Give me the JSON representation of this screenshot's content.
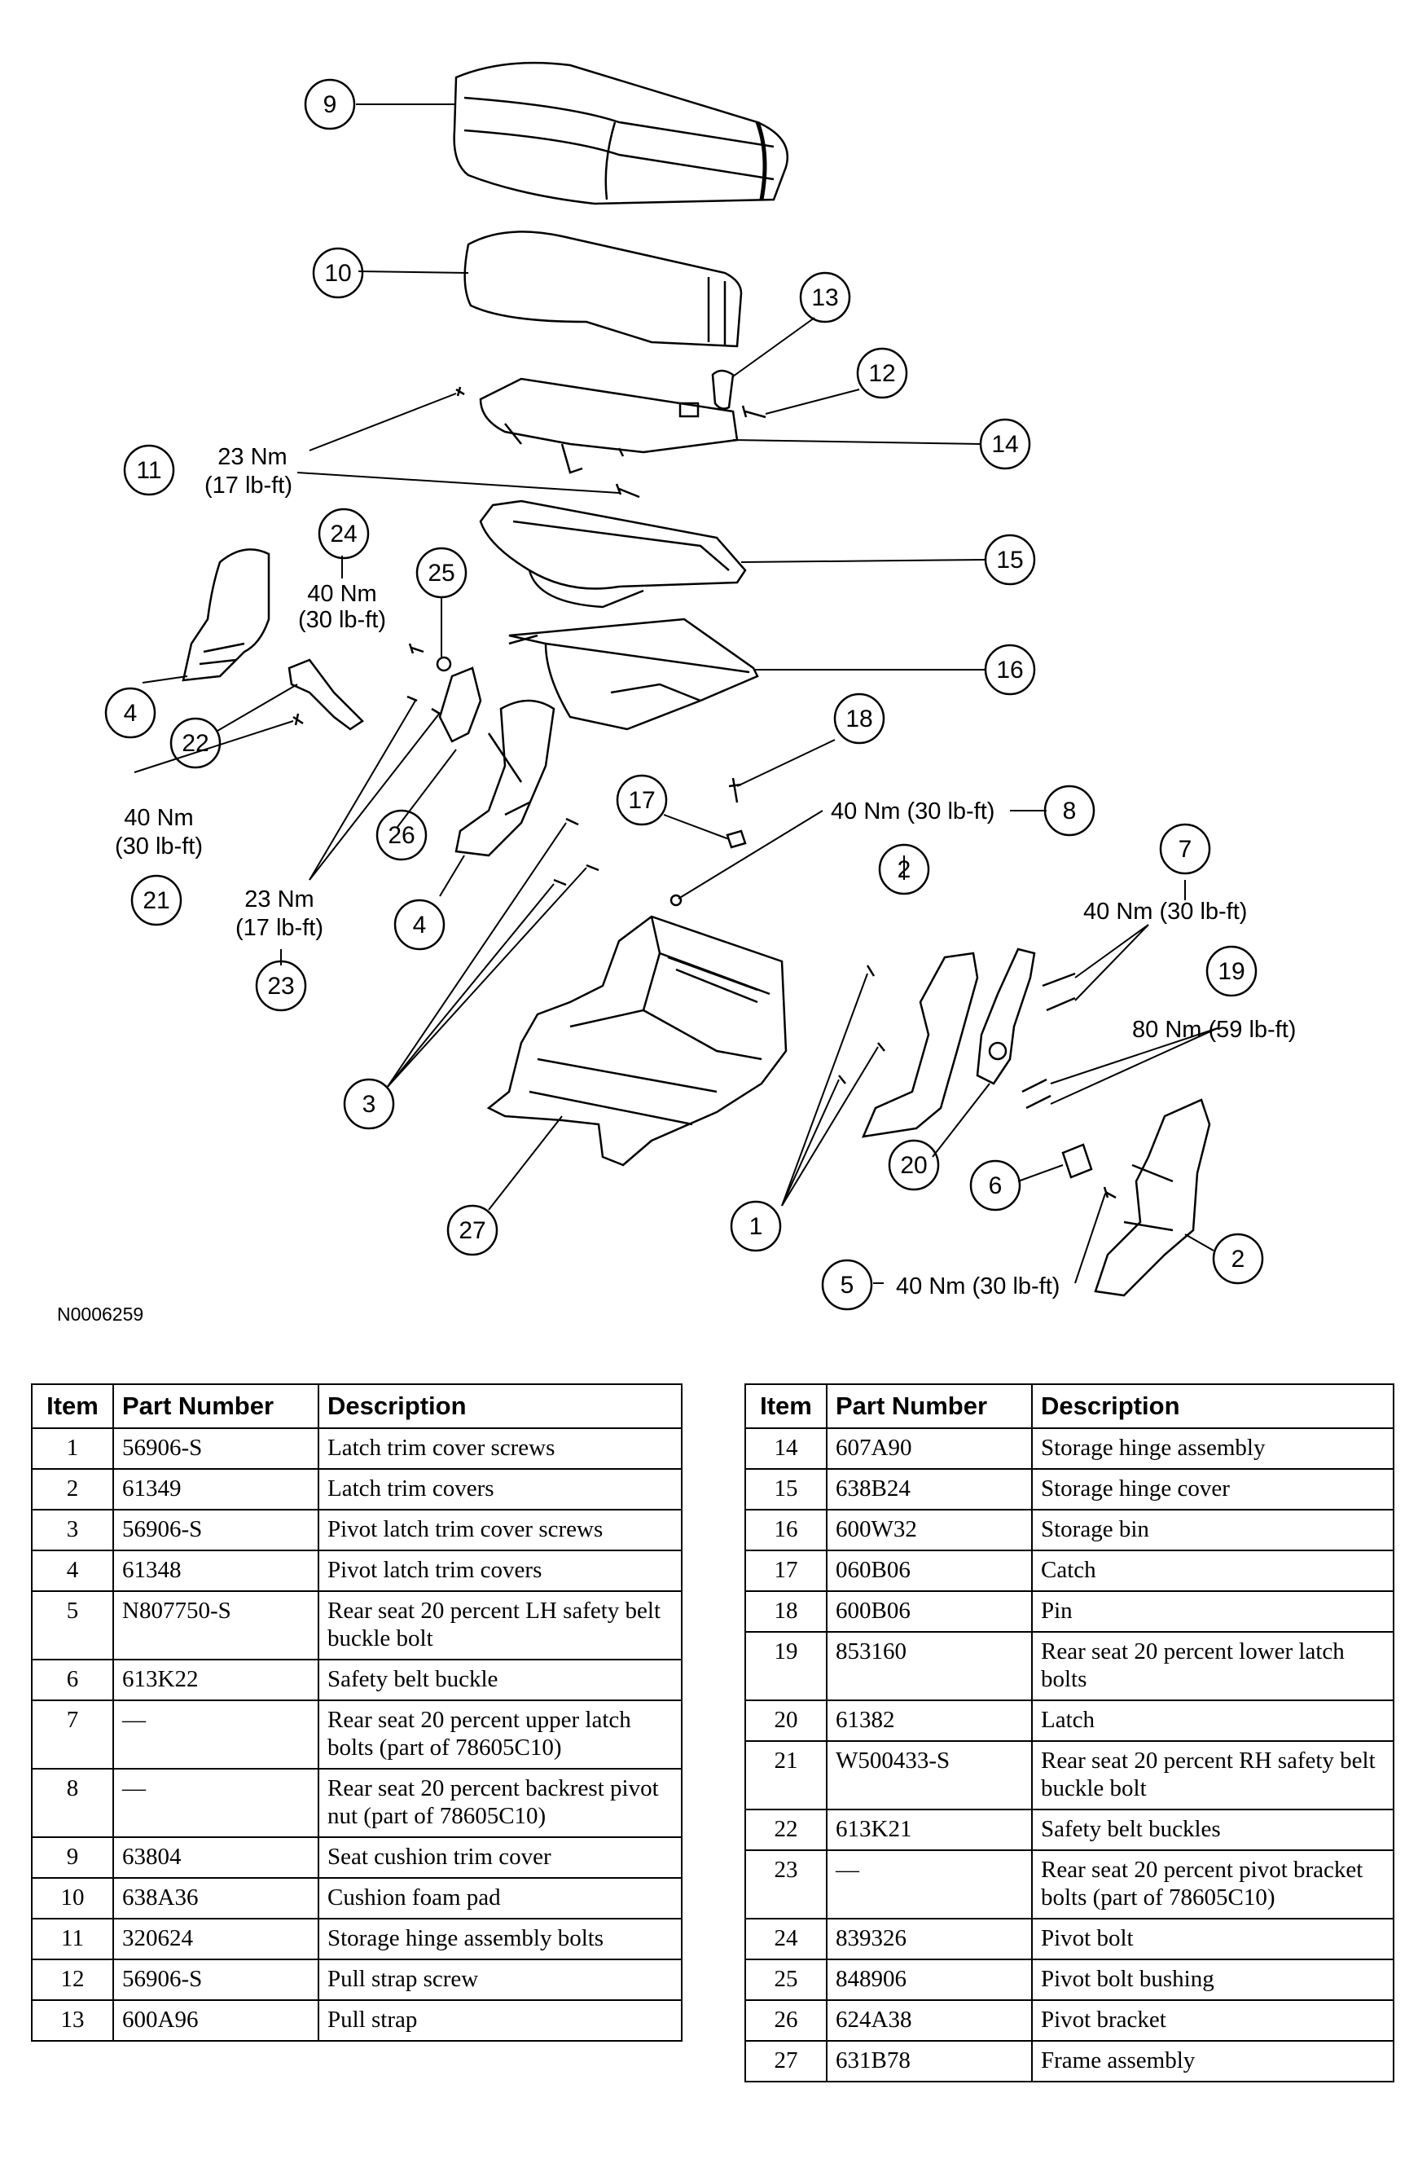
{
  "figure_id": "N0006259",
  "callouts": [
    {
      "n": "9"
    },
    {
      "n": "10"
    },
    {
      "n": "13"
    },
    {
      "n": "12"
    },
    {
      "n": "14"
    },
    {
      "n": "11"
    },
    {
      "n": "24"
    },
    {
      "n": "25"
    },
    {
      "n": "15"
    },
    {
      "n": "16"
    },
    {
      "n": "4"
    },
    {
      "n": "22"
    },
    {
      "n": "18"
    },
    {
      "n": "17"
    },
    {
      "n": "8"
    },
    {
      "n": "7"
    },
    {
      "n": "26"
    },
    {
      "n": "21"
    },
    {
      "n": "4"
    },
    {
      "n": "2"
    },
    {
      "n": "19"
    },
    {
      "n": "23"
    },
    {
      "n": "3"
    },
    {
      "n": "20"
    },
    {
      "n": "6"
    },
    {
      "n": "27"
    },
    {
      "n": "1"
    },
    {
      "n": "2"
    },
    {
      "n": "5"
    }
  ],
  "torque_labels": {
    "t11": "23 Nm",
    "t11b": "(17 lb-ft)",
    "t24": "40 Nm",
    "t24b": "(30 lb-ft)",
    "t21": "40 Nm",
    "t21b": "(30 lb-ft)",
    "t23": "23 Nm",
    "t23b": "(17 lb-ft)",
    "t8": "40 Nm (30 lb-ft)",
    "t7": "40 Nm (30 lb-ft)",
    "t19": "80 Nm (59 lb-ft)",
    "t5": "40 Nm (30 lb-ft)"
  },
  "table_headers": {
    "item": "Item",
    "part_number": "Part Number",
    "description": "Description"
  },
  "table_left": [
    {
      "item": "1",
      "part": "56906-S",
      "desc": "Latch trim cover screws"
    },
    {
      "item": "2",
      "part": "61349",
      "desc": "Latch trim covers"
    },
    {
      "item": "3",
      "part": "56906-S",
      "desc": "Pivot latch trim cover screws"
    },
    {
      "item": "4",
      "part": "61348",
      "desc": "Pivot latch trim covers"
    },
    {
      "item": "5",
      "part": "N807750-S",
      "desc": "Rear seat 20 percent LH safety belt buckle bolt"
    },
    {
      "item": "6",
      "part": "613K22",
      "desc": "Safety belt buckle"
    },
    {
      "item": "7",
      "part": "—",
      "desc": "Rear seat 20 percent upper latch bolts (part of 78605C10)"
    },
    {
      "item": "8",
      "part": "—",
      "desc": "Rear seat 20 percent backrest pivot nut (part of 78605C10)"
    },
    {
      "item": "9",
      "part": "63804",
      "desc": "Seat cushion trim cover"
    },
    {
      "item": "10",
      "part": "638A36",
      "desc": "Cushion foam pad"
    },
    {
      "item": "11",
      "part": "320624",
      "desc": "Storage hinge assembly bolts"
    },
    {
      "item": "12",
      "part": "56906-S",
      "desc": "Pull strap screw"
    },
    {
      "item": "13",
      "part": "600A96",
      "desc": "Pull strap"
    }
  ],
  "table_right": [
    {
      "item": "14",
      "part": "607A90",
      "desc": "Storage hinge assembly"
    },
    {
      "item": "15",
      "part": "638B24",
      "desc": "Storage hinge cover"
    },
    {
      "item": "16",
      "part": "600W32",
      "desc": "Storage bin"
    },
    {
      "item": "17",
      "part": "060B06",
      "desc": "Catch"
    },
    {
      "item": "18",
      "part": "600B06",
      "desc": "Pin"
    },
    {
      "item": "19",
      "part": "853160",
      "desc": "Rear seat 20 percent lower latch bolts"
    },
    {
      "item": "20",
      "part": "61382",
      "desc": "Latch"
    },
    {
      "item": "21",
      "part": "W500433-S",
      "desc": "Rear seat 20 percent RH safety belt buckle bolt"
    },
    {
      "item": "22",
      "part": "613K21",
      "desc": "Safety belt buckles"
    },
    {
      "item": "23",
      "part": "—",
      "desc": "Rear seat 20 percent pivot bracket bolts (part of 78605C10)"
    },
    {
      "item": "24",
      "part": "839326",
      "desc": "Pivot bolt"
    },
    {
      "item": "25",
      "part": "848906",
      "desc": "Pivot bolt bushing"
    },
    {
      "item": "26",
      "part": "624A38",
      "desc": "Pivot bracket"
    },
    {
      "item": "27",
      "part": "631B78",
      "desc": "Frame assembly"
    }
  ]
}
